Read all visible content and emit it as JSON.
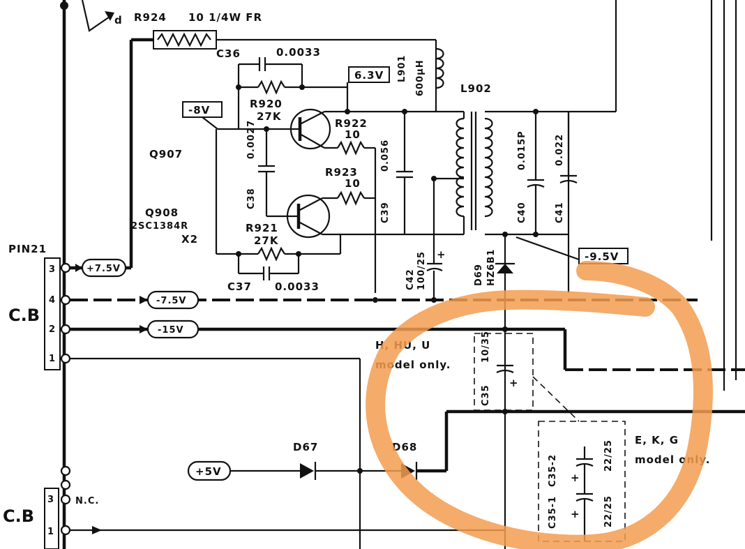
{
  "connector_top": {
    "title": "PIN21",
    "group_label": "C.B",
    "pins": [
      "3",
      "4",
      "2",
      "1"
    ]
  },
  "connector_bottom": {
    "group_label": "C.B",
    "pins": [
      "3",
      "1"
    ],
    "nc_label": "N.C."
  },
  "rails": {
    "p7v5": "+7.5V",
    "m7v5": "-7.5V",
    "m15v": "-15V",
    "p5v": "+5V",
    "m8v": "-8V",
    "p6v3": "6.3V",
    "m9v5": "-9.5V"
  },
  "components": {
    "r924_ref": "R924",
    "r924_value": "10 1/4W FR",
    "d_label": "d",
    "c36": "C36",
    "c36_value": "0.0033",
    "r920_ref": "R920",
    "r920_value": "27K",
    "r922_ref": "R922",
    "r922_value": "10",
    "r923_ref": "R923",
    "r923_value": "10",
    "r921_ref": "R921",
    "r921_value": "27K",
    "c37_ref": "C37",
    "c37_value": "0.0033",
    "c38_ref": "C38",
    "c38_value": "0.0027",
    "c39_ref": "C39",
    "c39_value": "0.056",
    "q907": "Q907",
    "q908": "Q908",
    "q908_part": "2SC1384R",
    "q908_qty": "X2",
    "l901_ref": "L901",
    "l901_value": "600µH",
    "l902_ref": "L902",
    "c42_ref": "C42",
    "c42_value": "100/25",
    "d69_ref": "D69",
    "d69_part": "HZ6B1",
    "c40_ref": "C40",
    "c40_value": "0.015P",
    "c41_ref": "C41",
    "c41_value": "0.022",
    "c35_ref": "C35",
    "c35_value": "10/35",
    "c35_1": "C35-1",
    "c35_2": "C35-2",
    "c35_1_value": "22/25",
    "c35_2_value": "22/25",
    "d67": "D67",
    "d68": "D68",
    "plus": "+"
  },
  "notes": {
    "model_h": "H, HU, U",
    "model_h_only": "model only.",
    "model_e": "E, K, G",
    "model_e_only": "model only."
  },
  "highlight": {
    "color": "#f39c50"
  }
}
